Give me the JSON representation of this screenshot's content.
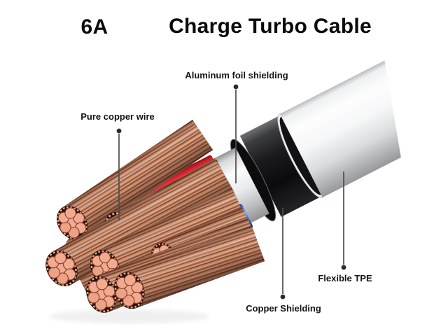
{
  "title": {
    "amperage": "6A",
    "product": "Charge Turbo Cable"
  },
  "callouts": [
    {
      "id": "aluminum-foil",
      "label": "Aluminum foil shielding"
    },
    {
      "id": "pure-copper",
      "label": "Pure copper wire"
    },
    {
      "id": "copper-shielding",
      "label": "Copper Shielding"
    },
    {
      "id": "flexible-tpe",
      "label": "Flexible TPE"
    }
  ],
  "colors": {
    "background": "#ffffff",
    "text": "#141414",
    "callout_line": "#4d4d4d",
    "red_wire": "#d5212b",
    "blue_wire": "#3a6fd8",
    "copper": "#c07f5e",
    "tpe_jacket": "#f2f3f4",
    "copper_shield": "#141416",
    "aluminum_foil": "#e8eaeb"
  }
}
